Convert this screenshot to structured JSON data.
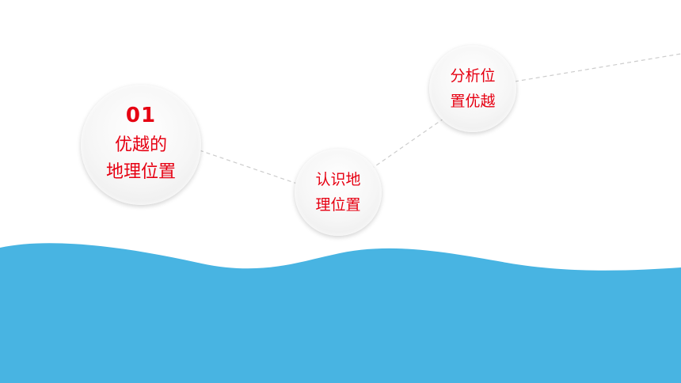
{
  "colors": {
    "accent_text": "#e60012",
    "wave": "#48b4e2",
    "connector": "#cccccc"
  },
  "topics": [
    {
      "number": "01",
      "lines": [
        "优越的",
        "地理位置"
      ]
    },
    {
      "lines": [
        "认识地",
        "理位置"
      ]
    },
    {
      "lines": [
        "分析位",
        "置优越"
      ]
    }
  ]
}
